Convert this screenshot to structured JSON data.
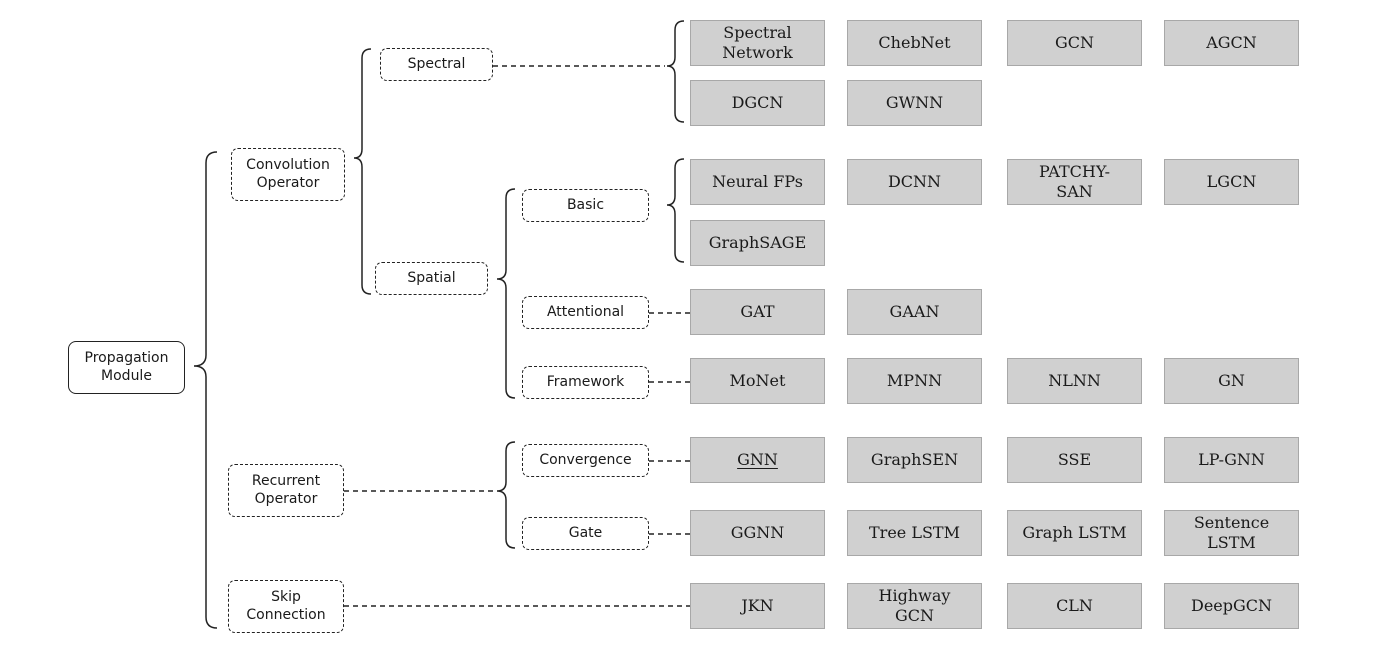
{
  "root": {
    "label": "Propagation\nModule"
  },
  "categories": {
    "convolution": "Convolution\nOperator",
    "spectral": "Spectral",
    "spatial": "Spatial",
    "basic": "Basic",
    "attentional": "Attentional",
    "framework": "Framework",
    "recurrent": "Recurrent\nOperator",
    "convergence": "Convergence",
    "gate": "Gate",
    "skip": "Skip\nConnection"
  },
  "methods": {
    "spectral_network": "Spectral\nNetwork",
    "chebnet": "ChebNet",
    "gcn": "GCN",
    "agcn": "AGCN",
    "dgcn": "DGCN",
    "gwnn": "GWNN",
    "neural_fps": "Neural FPs",
    "dcnn": "DCNN",
    "patchy_san": "PATCHY-\nSAN",
    "lgcn": "LGCN",
    "graphsage": "GraphSAGE",
    "gat": "GAT",
    "gaan": "GAAN",
    "monet": "MoNet",
    "mpnn": "MPNN",
    "nlnn": "NLNN",
    "gn": "GN",
    "gnn": "GNN",
    "graphsen": "GraphSEN",
    "sse": "SSE",
    "lp_gnn": "LP-GNN",
    "ggnn": "GGNN",
    "tree_lstm": "Tree LSTM",
    "graph_lstm": "Graph LSTM",
    "sentence_lstm": "Sentence\nLSTM",
    "jkn": "JKN",
    "highway_gcn": "Highway\nGCN",
    "cln": "CLN",
    "deepgcn": "DeepGCN"
  },
  "colors": {
    "method_fill": "#d0d0d0",
    "method_border": "#a8a8a8",
    "line": "#222222"
  }
}
